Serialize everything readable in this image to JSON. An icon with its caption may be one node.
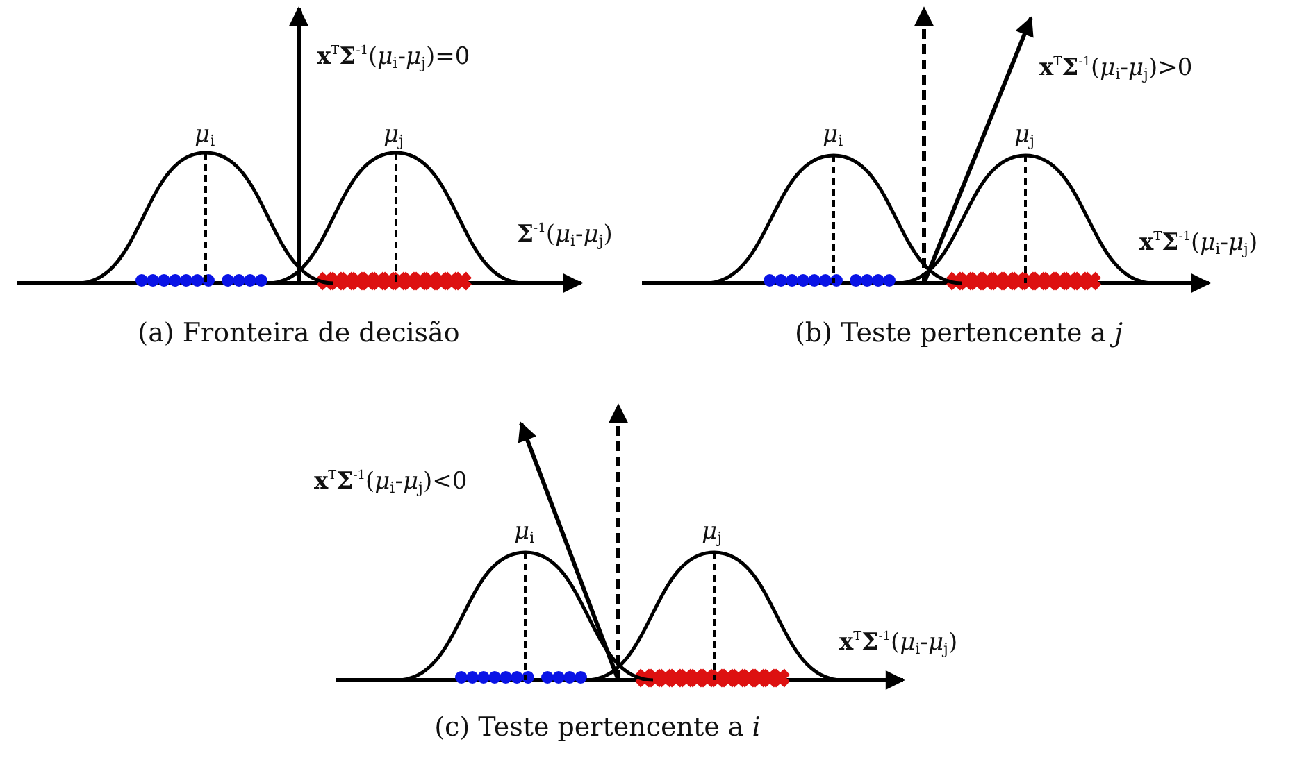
{
  "diagram": {
    "labels": [
      "**x**$^{T}$**Σ**$^{-1}$(*μ*$_{i}$-*μ*$_{j}$)=0",
      "*μ*$_{i}$",
      "*μ*$_{j}$",
      "**Σ**$^{-1}$(*μ*$_{i}$-*μ*$_{j}$)",
      "(a) Fronteira de decisão",
      "**x**$^{T}$**Σ**$^{-1}$(*μ*$_{i}$-*μ*$_{j}$)>0",
      "*μ*$_{i}$",
      "*μ*$_{j}$",
      "**x**$^{T}$**Σ**$^{-1}$(*μ*$_{i}$-*μ*$_{j}$)",
      "(b) Teste pertencente a *j*",
      "**x**$^{T}$**Σ**$^{-1}$(*μ*$_{i}$-*μ*$_{j}$)<0",
      "*μ*$_{i}$",
      "*μ*$_{j}$",
      "**x**$^{T}$**Σ**$^{-1}$(*μ*$_{i}$-*μ*$_{j}$)",
      "(c) Teste pertencente a *i*"
    ]
  }
}
